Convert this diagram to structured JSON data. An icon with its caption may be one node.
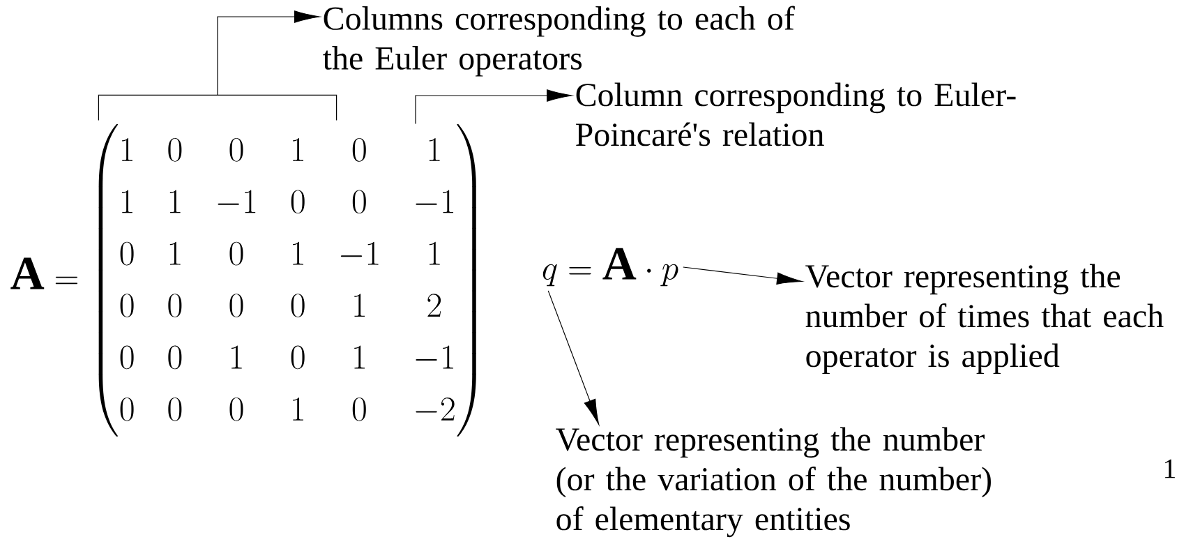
{
  "diagram": {
    "nodes": [
      {
        "text": [
          "Columns corresponding to each of the Euler operators"
        ]
      },
      {
        "text": [],
        "shape": "bracket"
      },
      {
        "text": [
          "Column corresponding to Euler-Poincaré's relation"
        ]
      },
      {
        "text": [
          "\\mathbf{A}=\\begin{pmatrix}1&0&0&1&0&1\\\\1&1&-1&0&0&-1\\\\0&1&0&1&-1&1\\\\0&0&0&0&1&2\\\\0&0&1&0&1&-1\\\\0&0&0&1&0&-2\\end{pmatrix}"
        ]
      },
      {
        "text": [
          "q=\\mathbf{A}\\cdot p"
        ]
      },
      {
        "text": [
          "Vector representing the number of times that each operator is applied"
        ]
      },
      {
        "text": [
          "Vector representing the number (or the variation of the number) of elementary entities"
        ]
      }
    ],
    "edges": [
      {
        "from": 1,
        "to": 0,
        "arrow": "to"
      },
      {
        "from": 3,
        "to": 2,
        "arrow": "to"
      },
      {
        "from": 4,
        "to": 5,
        "arrow": "to"
      },
      {
        "from": 4,
        "to": 6,
        "arrow": "to"
      }
    ],
    "labels": [
      "1"
    ]
  }
}
